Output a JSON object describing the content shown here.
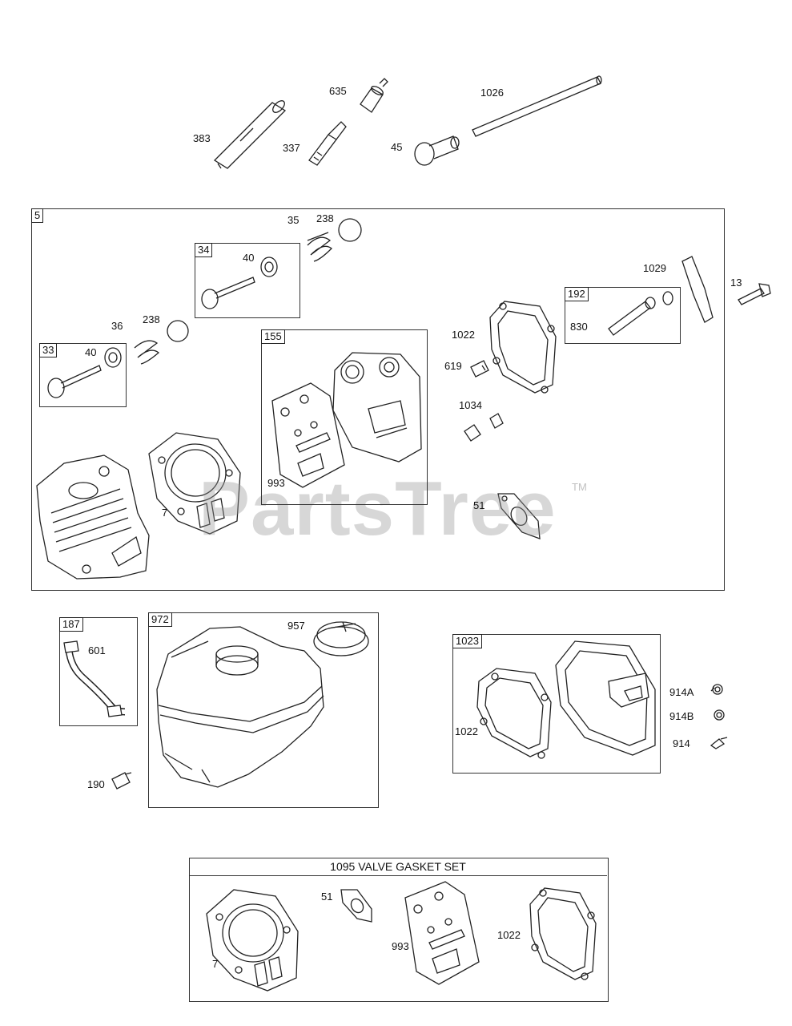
{
  "watermark": {
    "text": "PartsTree",
    "tm": "TM"
  },
  "callouts": {
    "c383": "383",
    "c635": "635",
    "c337": "337",
    "c1026": "1026",
    "c45": "45",
    "c35": "35",
    "c238a": "238",
    "c40a": "40",
    "c36": "36",
    "c238b": "238",
    "c40b": "40",
    "c1029": "1029",
    "c13": "13",
    "c830": "830",
    "c1022a": "1022",
    "c619": "619",
    "c1034": "1034",
    "c993a": "993",
    "c7a": "7",
    "c51a": "51",
    "c601": "601",
    "c957": "957",
    "c190": "190",
    "c914A": "914A",
    "c914B": "914B",
    "c914": "914",
    "c1022b": "1022",
    "c7b": "7",
    "c51b": "51",
    "c993b": "993",
    "c1022c": "1022"
  },
  "group_boxes": {
    "b5": "5",
    "b34": "34",
    "b33": "33",
    "b155": "155",
    "b192": "192",
    "b187": "187",
    "b972": "972",
    "b1023": "1023"
  },
  "gasket_set": {
    "title": "1095 VALVE GASKET SET"
  }
}
